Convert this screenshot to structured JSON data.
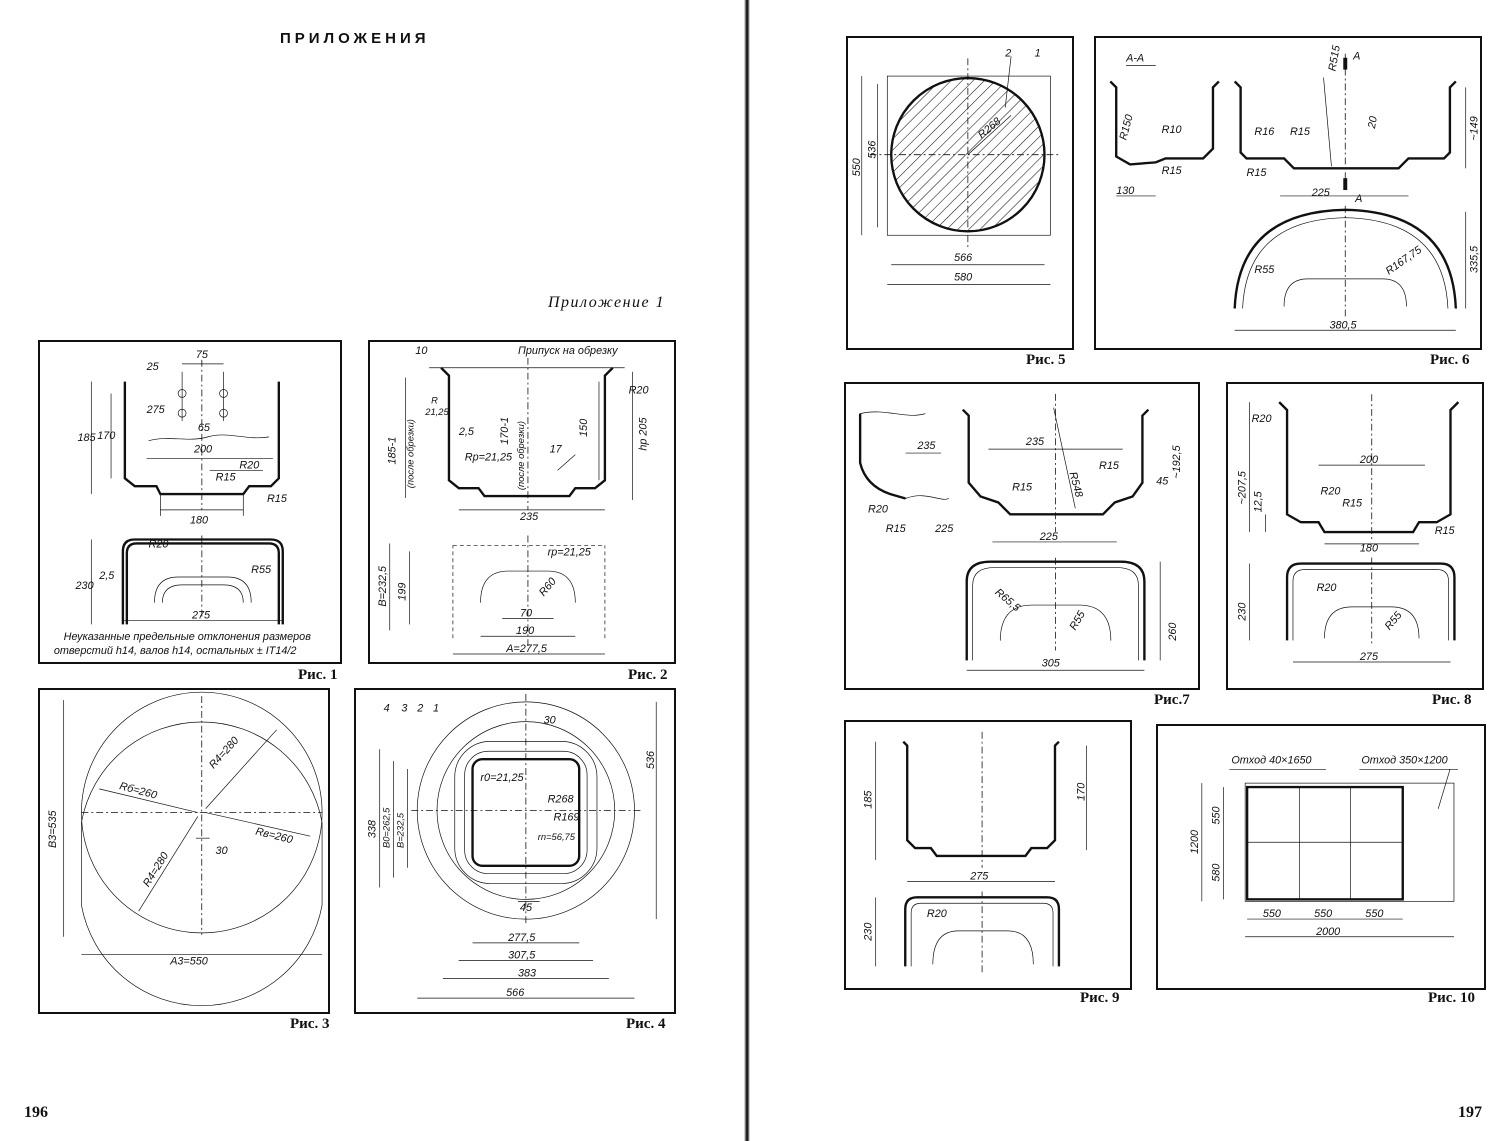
{
  "left_page": {
    "heading": "ПРИЛОЖЕНИЯ",
    "appendix_label": "Приложение 1",
    "page_number": "196"
  },
  "right_page": {
    "page_number": "197"
  },
  "figures": {
    "fig1": {
      "caption": "Рис. 1",
      "dims": [
        "25",
        "75",
        "275",
        "65",
        "185",
        "170",
        "200",
        "R20",
        "R15",
        "R15",
        "180",
        "R20",
        "230",
        "2,5",
        "R55",
        "275"
      ],
      "note_line1": "Неуказанные предельные отклонения размеров",
      "note_line2": "отверстий h14, валов h14, остальных ± IT14/2"
    },
    "fig2": {
      "caption": "Рис. 2",
      "dims": [
        "10",
        "Припуск на обрезку",
        "R20",
        "R",
        "21,25",
        "185-1",
        "(после обрезки)",
        "2,5",
        "170-1",
        "(после обрезки)",
        "150",
        "hp 205",
        "Rp=21,25",
        "17",
        "235",
        "rp=21,25",
        "B=232,5",
        "199",
        "R60",
        "70",
        "190",
        "A=277,5"
      ]
    },
    "fig3": {
      "caption": "Рис. 3",
      "dims": [
        "B3=535",
        "Rб=260",
        "R4=280",
        "Rв=260",
        "R4=280",
        "30",
        "A3=550"
      ]
    },
    "fig4": {
      "caption": "Рис. 4",
      "dims": [
        "4",
        "3",
        "2",
        "1",
        "30",
        "536",
        "r0=21,25",
        "338",
        "B0=262,5",
        "B=232,5",
        "R268",
        "R169",
        "rn=56,75",
        "45",
        "277,5",
        "307,5",
        "383",
        "566"
      ]
    },
    "fig5": {
      "caption": "Рис. 5",
      "dims": [
        "2",
        "1",
        "550",
        "536",
        "R268",
        "566",
        "580"
      ]
    },
    "fig6": {
      "caption": "Рис. 6",
      "dims": [
        "A-A",
        "R150",
        "R10",
        "R15",
        "130",
        "R515",
        "A",
        "R16",
        "R15",
        "20",
        "~149",
        "R15",
        "225",
        "A",
        "R55",
        "R167,75",
        "335,5",
        "380,5"
      ]
    },
    "fig7": {
      "caption": "Рис.7",
      "dims": [
        "235",
        "R20",
        "R15",
        "225",
        "235",
        "R548",
        "R15",
        "~192,5",
        "R15",
        "45",
        "225",
        "R65,5",
        "R55",
        "260",
        "305"
      ]
    },
    "fig8": {
      "caption": "Рис. 8",
      "dims": [
        "R20",
        "~207,5",
        "200",
        "R20",
        "12,5",
        "R15",
        "R15",
        "180",
        "R20",
        "230",
        "R55",
        "275"
      ]
    },
    "fig9": {
      "caption": "Рис. 9",
      "dims": [
        "185",
        "170",
        "275",
        "R20",
        "230"
      ]
    },
    "fig10": {
      "caption": "Рис. 10",
      "dims": [
        "Отход 40×1650",
        "Отход 350×1200",
        "1200",
        "550",
        "580",
        "550",
        "550",
        "550",
        "2000"
      ]
    }
  }
}
